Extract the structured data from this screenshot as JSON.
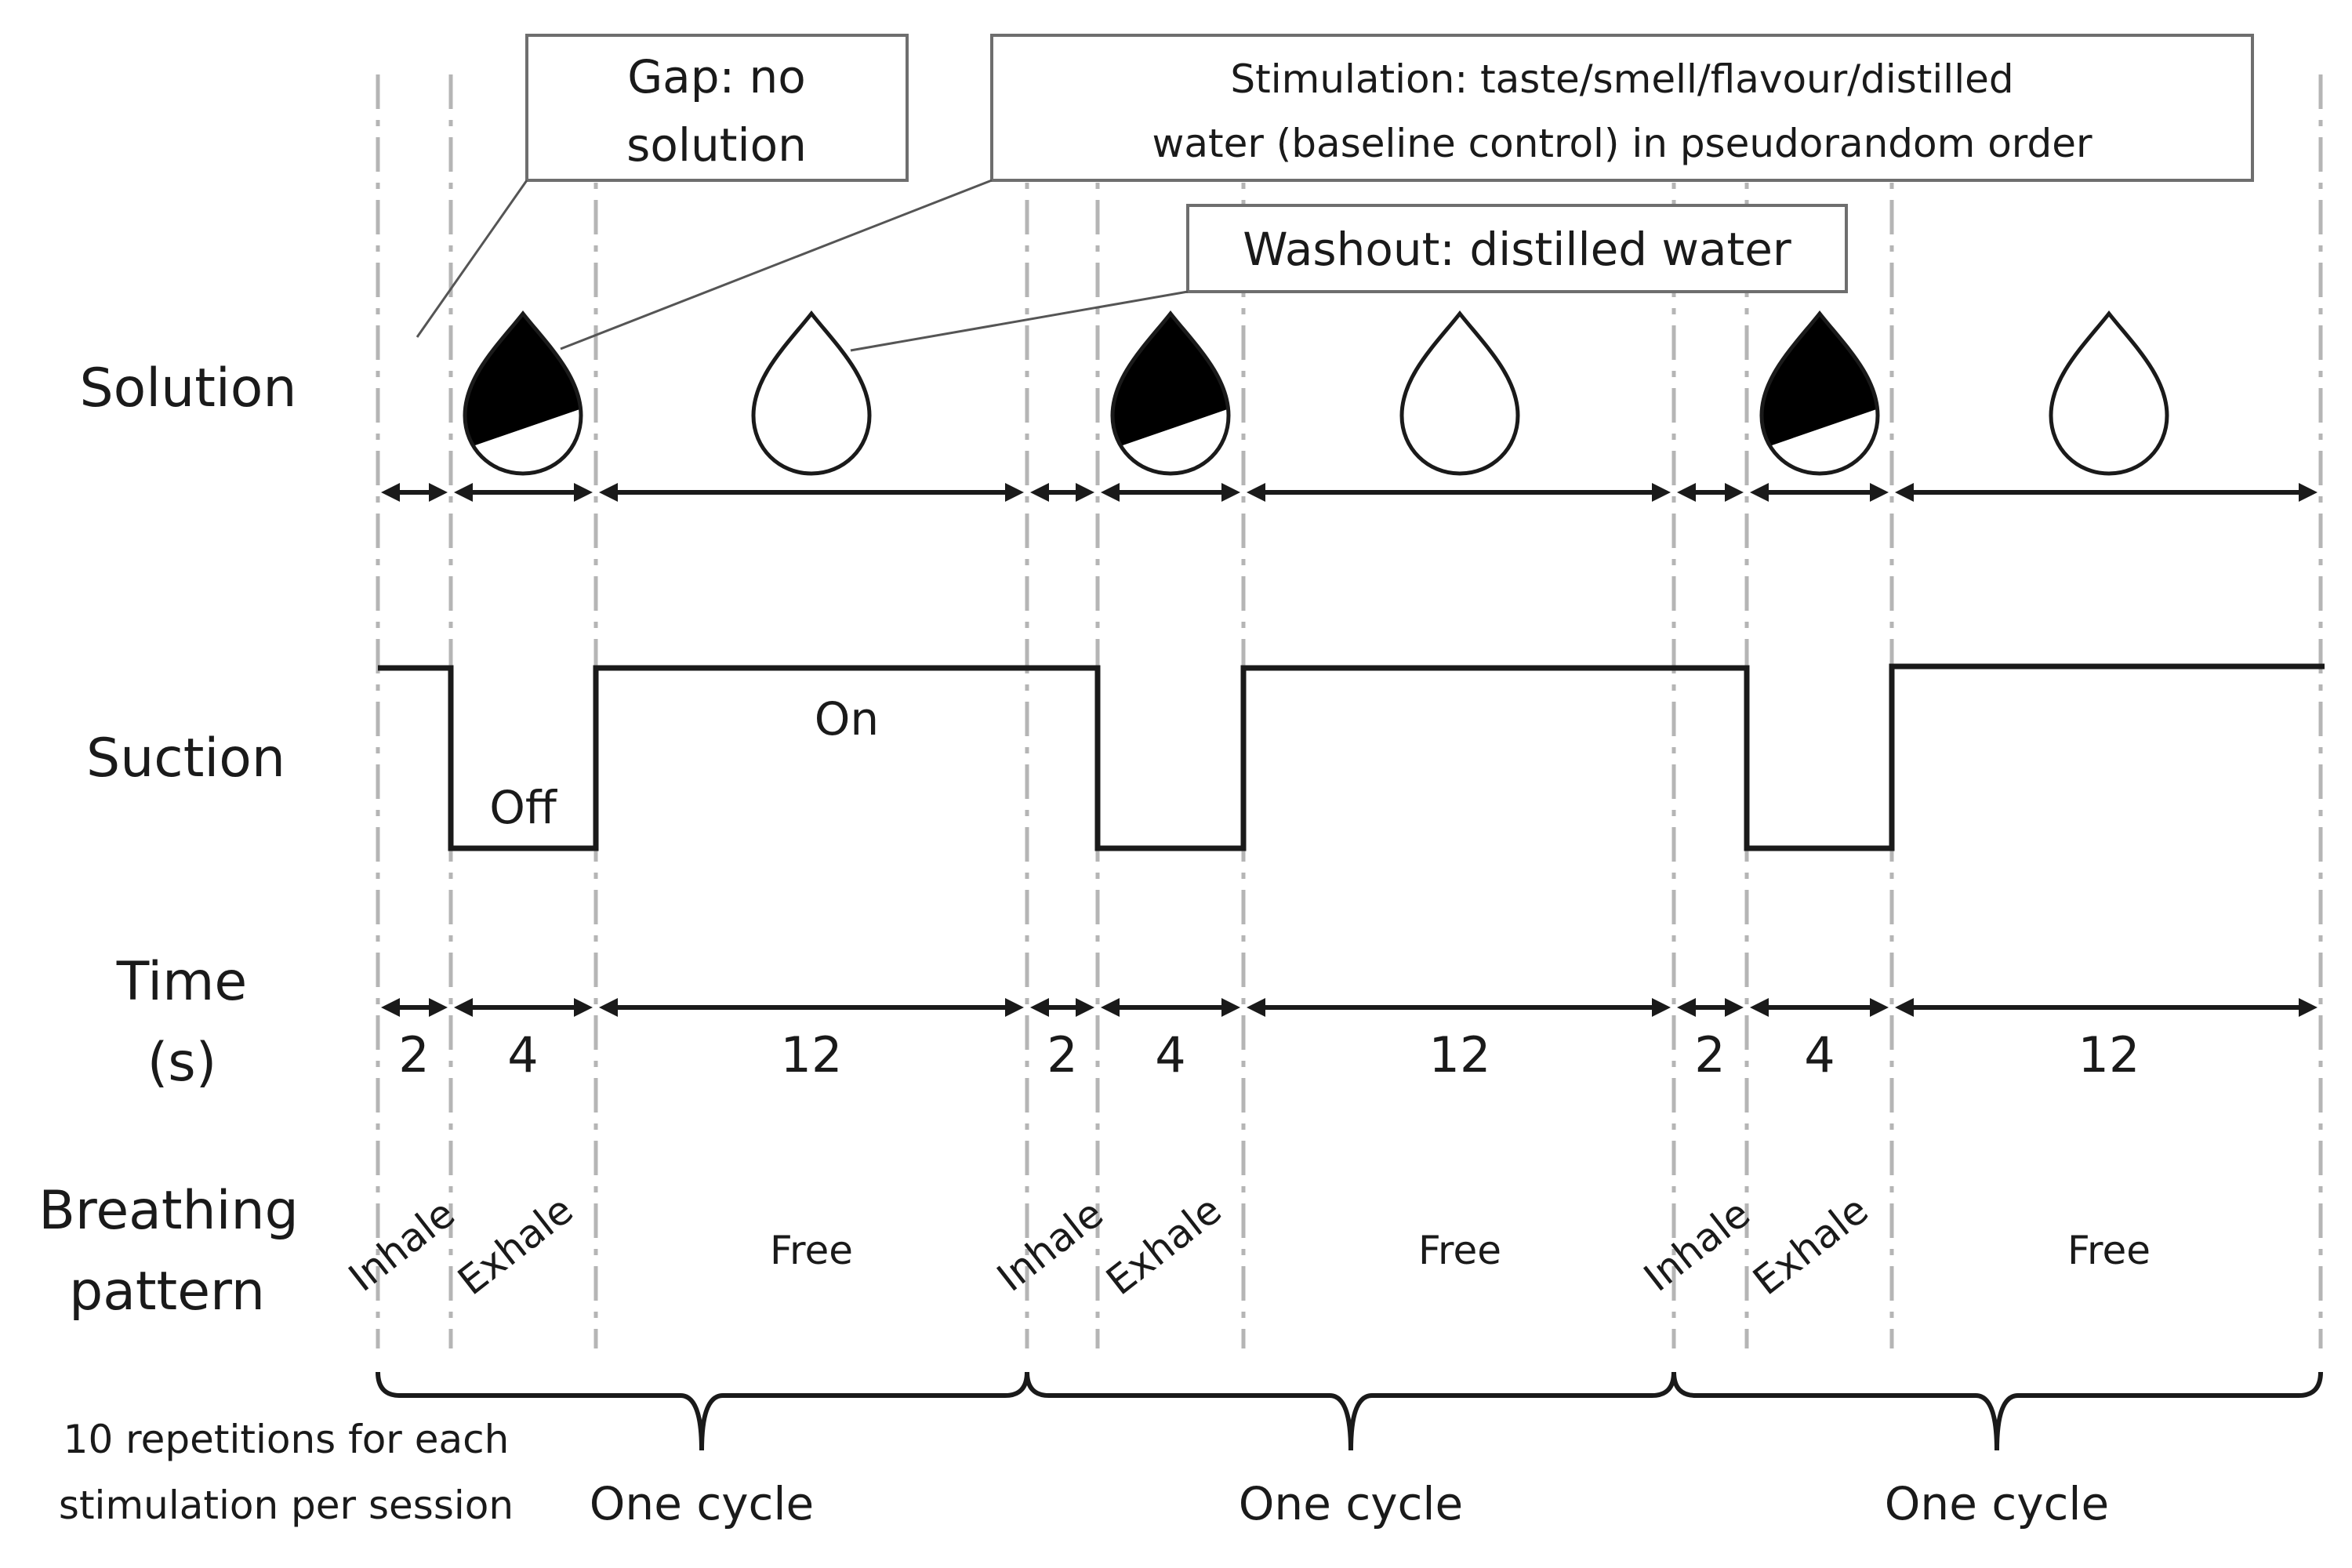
{
  "rows": {
    "solution": "Solution",
    "suction": "Suction",
    "time_line1": "Time",
    "time_line2": "(s)",
    "breathing_line1": "Breathing",
    "breathing_line2": "pattern"
  },
  "callouts": {
    "gap_line1": "Gap: no",
    "gap_line2": "solution",
    "stim_line1": "Stimulation: taste/smell/flavour/distilled",
    "stim_line2": "water (baseline control) in pseudorandom order",
    "washout": "Washout: distilled water"
  },
  "suction_states": {
    "on": "On",
    "off": "Off"
  },
  "phases": [
    {
      "duration": "2",
      "breathing": "Inhale",
      "solution": "gap",
      "suction": "on"
    },
    {
      "duration": "4",
      "breathing": "Exhale",
      "solution": "stimulation",
      "suction": "off"
    },
    {
      "duration": "12",
      "breathing": "Free",
      "solution": "washout",
      "suction": "on"
    }
  ],
  "cycles": [
    {
      "label": "One cycle",
      "phases": [
        {
          "duration": "2",
          "breathing": "Inhale"
        },
        {
          "duration": "4",
          "breathing": "Exhale"
        },
        {
          "duration": "12",
          "breathing": "Free"
        }
      ]
    },
    {
      "label": "One cycle",
      "phases": [
        {
          "duration": "2",
          "breathing": "Inhale"
        },
        {
          "duration": "4",
          "breathing": "Exhale"
        },
        {
          "duration": "12",
          "breathing": "Free"
        }
      ]
    },
    {
      "label": "One cycle",
      "phases": [
        {
          "duration": "2",
          "breathing": "Inhale"
        },
        {
          "duration": "4",
          "breathing": "Exhale"
        },
        {
          "duration": "12",
          "breathing": "Free"
        }
      ]
    }
  ],
  "footnote_line1": "10 repetitions for each",
  "footnote_line2": "stimulation per session",
  "colors": {
    "line": "#1a1a1a",
    "divider": "#b5b5b5",
    "drop_fill": "#000000",
    "box_border": "#6e6e6e"
  }
}
